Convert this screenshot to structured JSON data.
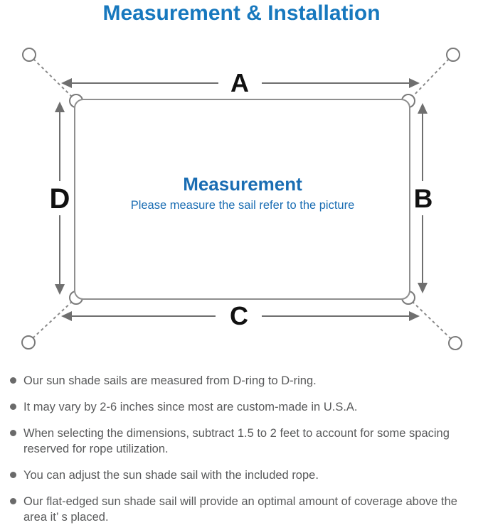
{
  "page": {
    "title": "Measurement & Installation"
  },
  "diagram": {
    "dimension_labels": {
      "top": "A",
      "right": "B",
      "bottom": "C",
      "left": "D"
    },
    "center": {
      "title": "Measurement",
      "subtitle": "Please measure the sail refer to the picture"
    },
    "icons": {
      "anchor_ring": "hollow-circle",
      "d_ring": "corner-half-ring",
      "rope": "dashed-line",
      "dimension_arrow": "double-headed-arrow"
    },
    "colors": {
      "outline_gray": "#8f8f8f",
      "arrow_gray": "#6f6f6f",
      "rope_gray": "#8a8a8a",
      "label_black": "#111111"
    }
  },
  "notes": {
    "items": [
      "Our sun shade sails are measured from D-ring to D-ring.",
      "It may vary by 2-6 inches since most are custom-made in U.S.A.",
      "When selecting the dimensions, subtract 1.5 to 2 feet to account for some spacing reserved for rope utilization.",
      "You can adjust the sun shade sail with the included rope.",
      "Our flat-edged sun shade sail will provide an optimal amount of coverage above the area it’ s placed."
    ]
  },
  "colors": {
    "title_blue": "#1778be",
    "center_blue": "#1a6db3",
    "note_text_gray": "#58595a",
    "bullet_gray": "#6a6a6a"
  }
}
